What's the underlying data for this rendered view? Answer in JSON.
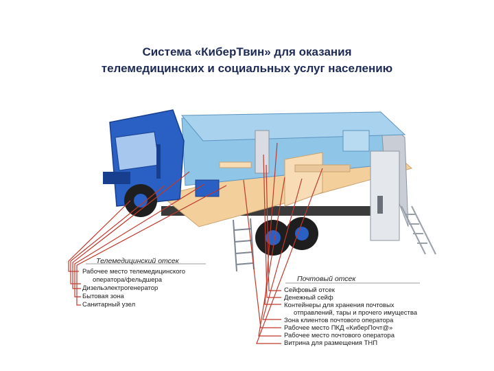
{
  "title": {
    "line1": "Система «КиберТвин» для оказания",
    "line2": "телемедицинских и социальных услуг населению"
  },
  "telemed": {
    "heading": "Телемедицинский отсек",
    "items": [
      "Рабочее место телемедицинского",
      "оператора/фельдшера",
      "Дизельэлектрогенератор",
      "Бытовая зона",
      "Санитарный узел"
    ]
  },
  "postal": {
    "heading": "Почтовый отсек",
    "items": [
      "Сейфовый отсек",
      "Денежный сейф",
      "Контейнеры для хранения почтовых",
      "отправлений, тары и прочего имущества",
      "Зона клиентов почтового оператора",
      "Рабочее место ПКД «КиберПочт@»",
      "Рабочее место почтового оператора",
      "Витрина для размещения ТНП"
    ]
  },
  "colors": {
    "cab_blue": "#2a5fc4",
    "wall_blue": "#8fc6e8",
    "floor": "#f3cf9c",
    "leader": "#c0392b"
  }
}
